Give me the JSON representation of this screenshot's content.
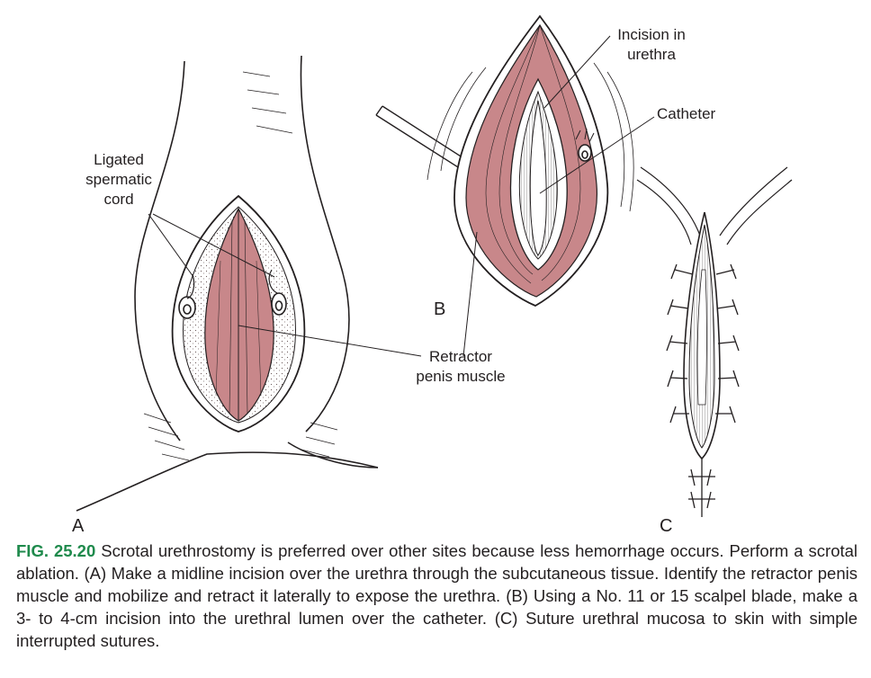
{
  "figure": {
    "labels": {
      "ligated_spermatic_cord": [
        "Ligated",
        "spermatic",
        "cord"
      ],
      "incision_in_urethra": [
        "Incision in",
        "urethra"
      ],
      "catheter": "Catheter",
      "retractor_penis_muscle": [
        "Retractor",
        "penis muscle"
      ]
    },
    "panels": {
      "a": "A",
      "b": "B",
      "c": "C"
    },
    "colors": {
      "muscle": "#c8878a",
      "muscle_light": "#e2b3b3",
      "ink": "#231f20",
      "caption_accent": "#1f8a4c"
    }
  },
  "caption": {
    "fig_number": "FIG. 25.20",
    "text": "Scrotal urethrostomy is preferred over other sites because less hemorrhage occurs. Perform a scrotal ablation. (A) Make a midline incision over the urethra through the subcutaneous tissue. Identify the retractor penis muscle and mobilize and retract it laterally to expose the urethra. (B) Using a No. 11 or 15 scalpel blade, make a 3- to 4-cm incision into the urethral lumen over the catheter. (C) Suture urethral mucosa to skin with simple interrupted sutures."
  }
}
